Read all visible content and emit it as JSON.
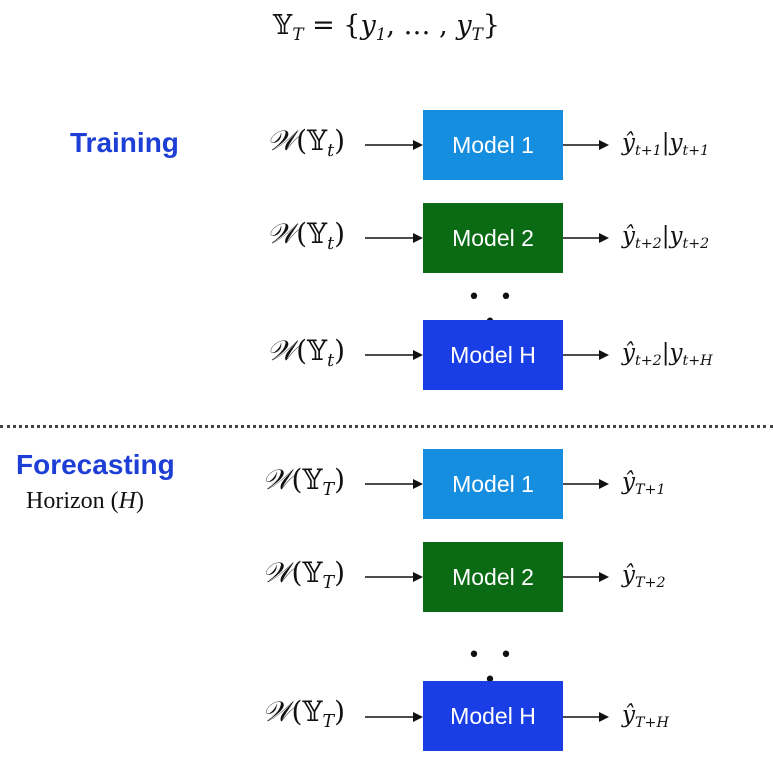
{
  "top_formula": {
    "set": "𝕐",
    "sub": "T",
    "eq": " = {",
    "y1": "y",
    "y1_sub": "1",
    "mid": ", … , ",
    "yT": "y",
    "yT_sub": "T",
    "close": "}"
  },
  "training": {
    "label": "Training",
    "rows": [
      {
        "input": {
          "w": "𝒲",
          "open": "(",
          "set": "𝕐",
          "sub": "t",
          "close": ")"
        },
        "model": "Model 1",
        "color": "#168ee0",
        "output": {
          "hat": "ŷ",
          "sub": "t+1",
          "bar": "|y",
          "cond_sub": "t+1"
        }
      },
      {
        "input": {
          "w": "𝒲",
          "open": "(",
          "set": "𝕐",
          "sub": "t",
          "close": ")"
        },
        "model": "Model 2",
        "color": "#0b6b14",
        "output": {
          "hat": "ŷ",
          "sub": "t+2",
          "bar": "|y",
          "cond_sub": "t+2"
        }
      },
      {
        "input": {
          "w": "𝒲",
          "open": "(",
          "set": "𝕐",
          "sub": "t",
          "close": ")"
        },
        "model": "Model H",
        "color": "#1a3ee6",
        "output": {
          "hat": "ŷ",
          "sub": "t+2",
          "bar": "|y",
          "cond_sub": "t+H"
        }
      }
    ],
    "dots": "• • •"
  },
  "forecasting": {
    "label": "Forecasting",
    "horizon_text": "Horizon (",
    "horizon_var": "H",
    "horizon_close": ")",
    "rows": [
      {
        "input": {
          "w": "𝒲",
          "open": "(",
          "set": "𝕐",
          "sub": "T",
          "close": ")"
        },
        "model": "Model 1",
        "color": "#168ee0",
        "output": {
          "hat": "ŷ",
          "sub": "T+1"
        }
      },
      {
        "input": {
          "w": "𝒲",
          "open": "(",
          "set": "𝕐",
          "sub": "T",
          "close": ")"
        },
        "model": "Model 2",
        "color": "#0b6b14",
        "output": {
          "hat": "ŷ",
          "sub": "T+2"
        }
      },
      {
        "input": {
          "w": "𝒲",
          "open": "(",
          "set": "𝕐",
          "sub": "T",
          "close": ")"
        },
        "model": "Model H",
        "color": "#1a3ee6",
        "output": {
          "hat": "ŷ",
          "sub": "T+H"
        }
      }
    ],
    "dots": "• • •"
  }
}
